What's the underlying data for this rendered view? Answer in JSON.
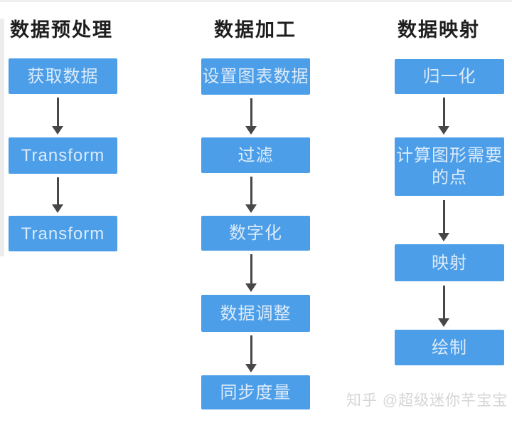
{
  "colors": {
    "node_blue": "#4C9EE8",
    "node_text": "#DCEBFA",
    "arrow": "#474747",
    "title_text": "#1E1E1E",
    "watermark_text": "#D6D6D6"
  },
  "icons": {
    "flow_arrow": "down-arrow"
  },
  "flowchart": {
    "columns": [
      {
        "title": "数据预处理",
        "boxes": [
          "获取数据",
          "Transform",
          "Transform"
        ]
      },
      {
        "title": "数据加工",
        "boxes": [
          "设置图表数据",
          "过滤",
          "数字化",
          "数据调整",
          "同步度量"
        ]
      },
      {
        "title": "数据映射",
        "boxes": [
          "归一化",
          "计算图形需要的点",
          "映射",
          "绘制"
        ]
      }
    ]
  },
  "watermark": {
    "text": "知乎 @超级迷你芊宝宝"
  }
}
